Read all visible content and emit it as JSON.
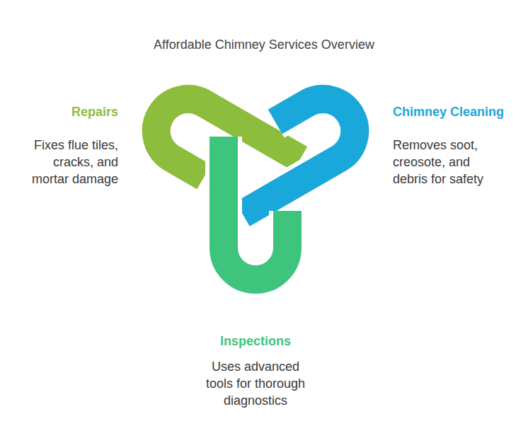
{
  "diagram": {
    "title": "Affordable Chimney Services Overview",
    "nodes": [
      {
        "text": [
          "Repairs",
          "Fixes flue tiles, cracks, and mortar damage"
        ]
      },
      {
        "text": [
          "Chimney Cleaning",
          "Removes soot, creosote, and debris for safety"
        ]
      },
      {
        "text": [
          "Inspections",
          "Uses advanced tools for thorough diagnostics"
        ]
      }
    ]
  }
}
